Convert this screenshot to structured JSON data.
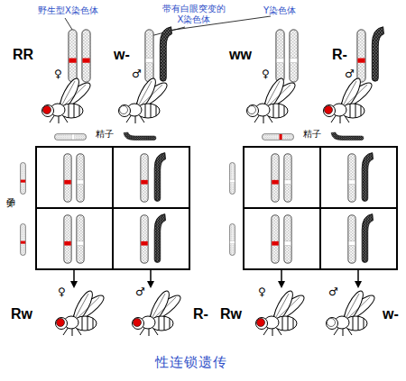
{
  "diagram": {
    "caption": "性连锁遗传",
    "labels": [
      "野生型X染色体",
      "带有白眼突变的 X染色体",
      "Y染色体",
      "RR",
      "♀",
      "w-",
      "♂",
      "ww",
      "♀",
      "R-",
      "♂",
      "精子",
      "精子",
      "卵子",
      "Rw",
      "♀",
      "R-",
      "♂",
      "Rw",
      "♀",
      "w-",
      "♂"
    ]
  }
}
